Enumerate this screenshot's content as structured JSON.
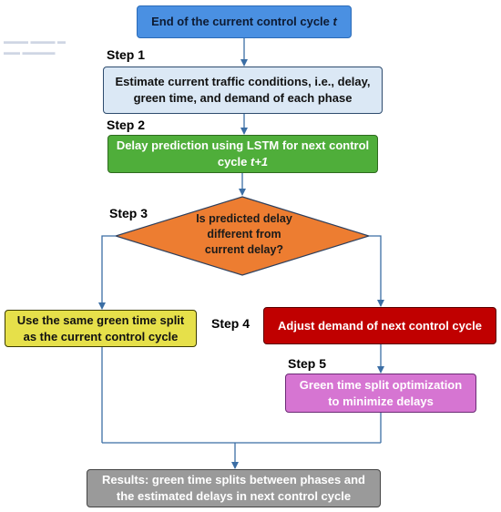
{
  "nodes": {
    "start": {
      "text": "End of the current control cycle ",
      "italic": "t"
    },
    "step1": {
      "line1": "Estimate current traffic conditions, i.e., delay,",
      "line2": "green time, and demand of each phase"
    },
    "step2": {
      "line1": "Delay prediction using LSTM for next control",
      "line2": "cycle ",
      "italic": "t+1"
    },
    "decision": {
      "line1": "Is predicted delay",
      "line2": "different from",
      "line3": "current delay?"
    },
    "same_split": {
      "line1": "Use the same green time split",
      "line2": "as the current control cycle"
    },
    "adjust": {
      "text": "Adjust demand of next control cycle"
    },
    "optimize": {
      "line1": "Green time split optimization",
      "line2": "to minimize delays"
    },
    "results": {
      "line1": "Results: green time splits between  phases and",
      "line2": "the  estimated delays in next control cycle"
    }
  },
  "steps": {
    "step1": "Step 1",
    "step2": "Step 2",
    "step3": "Step 3",
    "step4": "Step 4",
    "step5": "Step 5"
  },
  "colors": {
    "start": "#4a90e2",
    "step1": "#dbe8f5",
    "step2": "#4fae3a",
    "decision": "#ed7d31",
    "same_split": "#e6e04a",
    "adjust": "#c00000",
    "optimize": "#d675d2",
    "results": "#9a9a9a",
    "arrow": "#3b6ea5"
  }
}
